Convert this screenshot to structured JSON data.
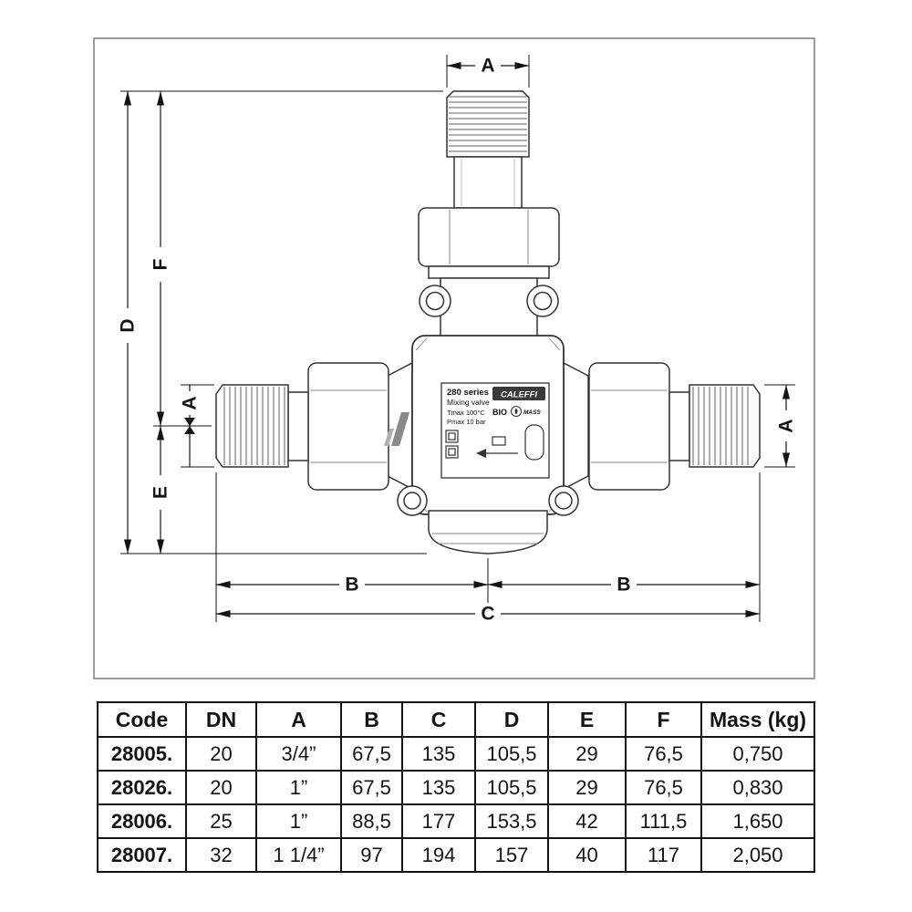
{
  "diagram": {
    "dims": {
      "top_a": "A",
      "d": "D",
      "f": "F",
      "e": "E",
      "left_a": "A",
      "right_a": "A",
      "b_left": "B",
      "b_right": "B",
      "c": "C"
    },
    "plate": {
      "series": "280 series",
      "name": "Mixing valve",
      "tmax": "Tmax 100°C",
      "pmax": "Pmax 10 bar",
      "brand": "CALEFFI",
      "bio": "BIO",
      "mass": "MASS"
    },
    "line_color": "#333333",
    "dim_color": "#141414"
  },
  "table": {
    "headers": [
      "Code",
      "DN",
      "A",
      "B",
      "C",
      "D",
      "E",
      "F",
      "Mass (kg)"
    ],
    "rows": [
      [
        "28005.",
        "20",
        "3/4”",
        "67,5",
        "135",
        "105,5",
        "29",
        "76,5",
        "0,750"
      ],
      [
        "28026.",
        "20",
        "1”",
        "67,5",
        "135",
        "105,5",
        "29",
        "76,5",
        "0,830"
      ],
      [
        "28006.",
        "25",
        "1”",
        "88,5",
        "177",
        "153,5",
        "42",
        "111,5",
        "1,650"
      ],
      [
        "28007.",
        "32",
        "1 1/4”",
        "97",
        "194",
        "157",
        "40",
        "117",
        "2,050"
      ]
    ]
  }
}
